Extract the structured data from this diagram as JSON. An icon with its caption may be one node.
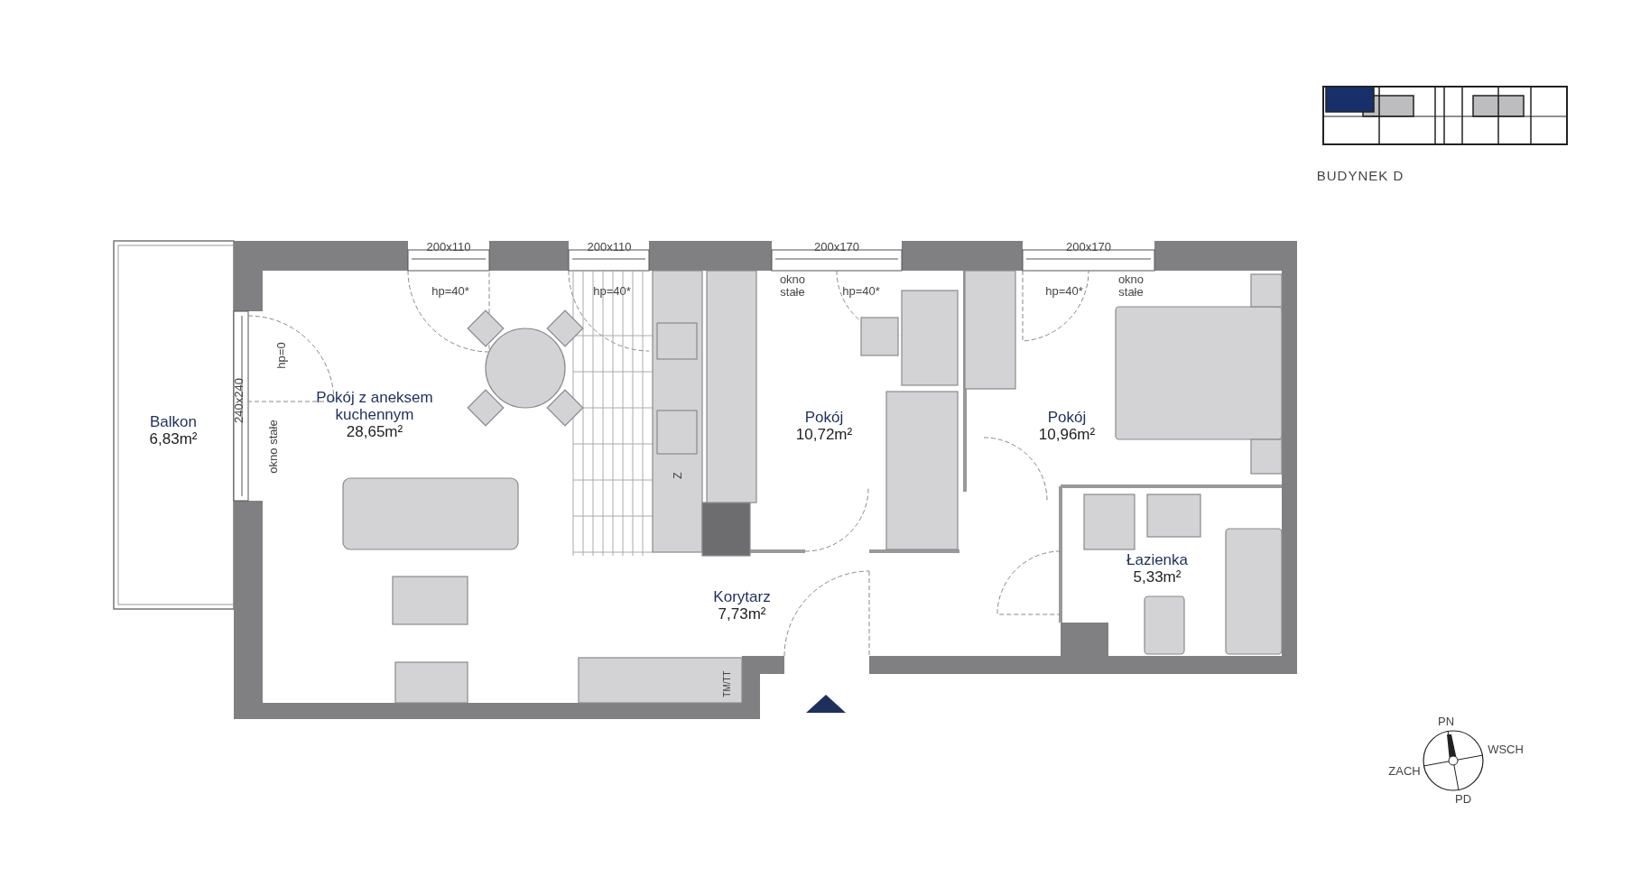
{
  "diagram": {
    "nodes": [
      {
        "text": [
          "Balkon",
          "6,83m²"
        ]
      },
      {
        "text": [
          "Pokój z aneksem kuchennym",
          "28,65m²"
        ]
      },
      {
        "text": [
          "Pokój",
          "10,72m²"
        ]
      },
      {
        "text": [
          "Pokój",
          "10,96m²"
        ]
      },
      {
        "text": [
          "Łazienka",
          "5,33m²"
        ]
      },
      {
        "text": [
          "Korytarz",
          "7,73m²"
        ]
      }
    ],
    "edges": [],
    "labels": [
      "BUDYNEK D",
      "200x110",
      "200x110",
      "200x170",
      "200x170",
      "hp=40*",
      "hp=40*",
      "okno stałe",
      "hp=40*",
      "hp=40*",
      "okno stałe",
      "hp=0",
      "240x240",
      "okno stałe",
      "Z",
      "TM/TT",
      "PN",
      "WSCH",
      "ZACH",
      "PD"
    ]
  }
}
